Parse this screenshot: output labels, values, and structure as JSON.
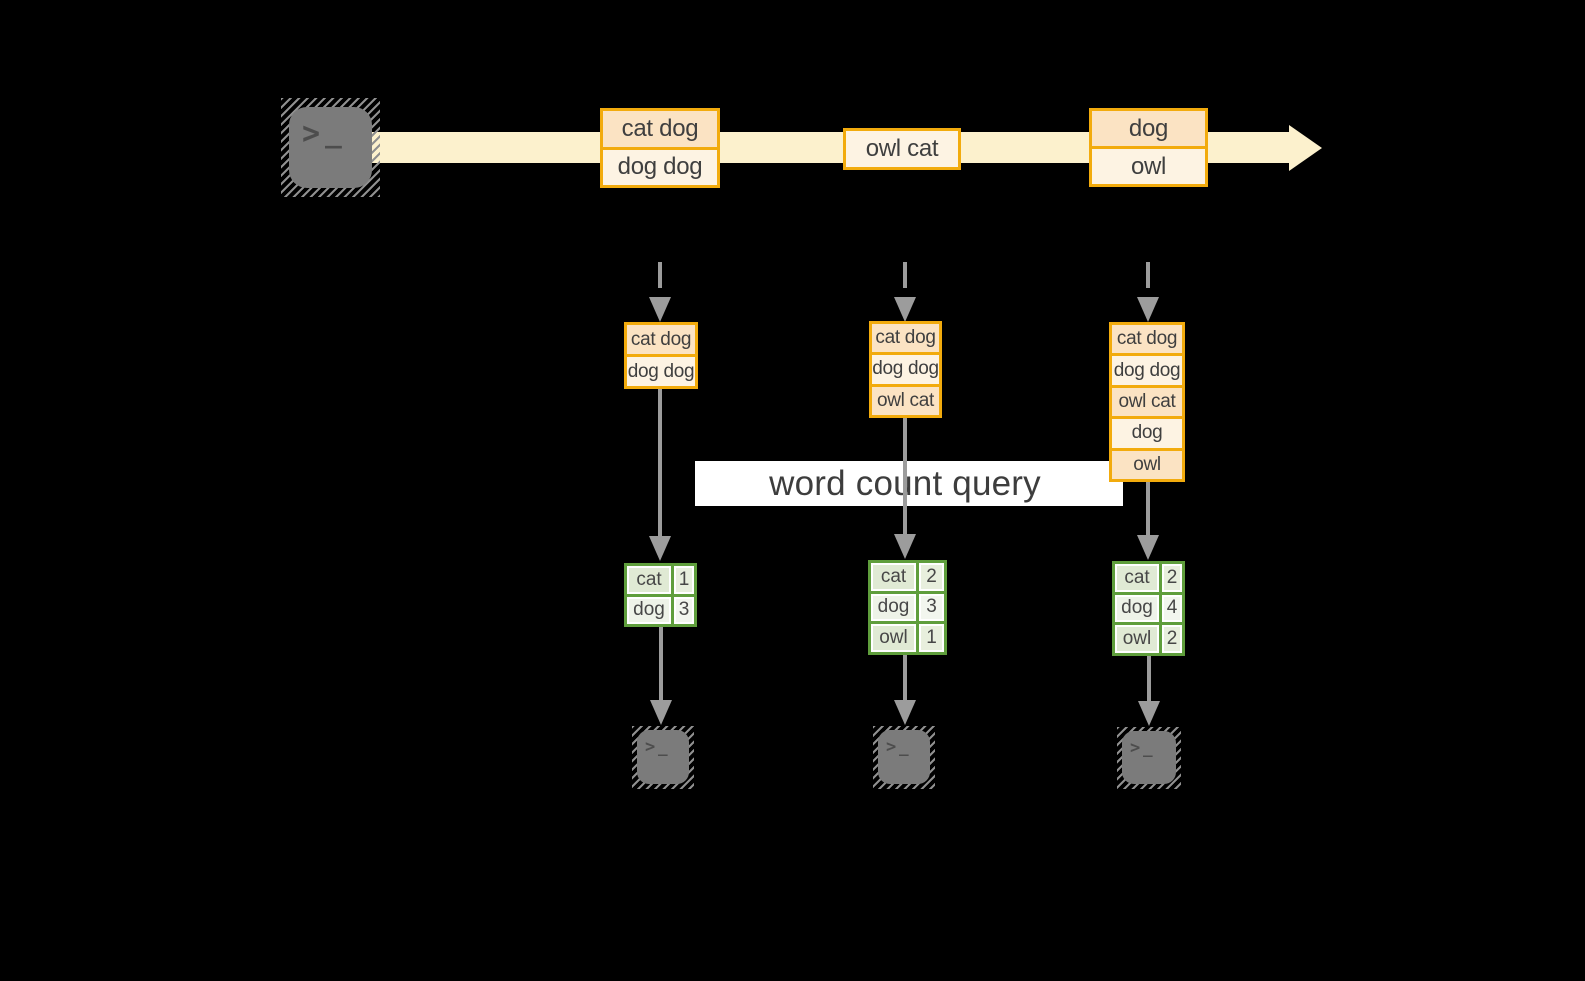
{
  "banner": {
    "label": "word count query"
  },
  "terminal_prompt": {
    "chevron": ">",
    "underscore": "_"
  },
  "stream": {
    "events": [
      {
        "lines": [
          "cat dog",
          "dog dog"
        ]
      },
      {
        "lines": [
          "owl cat"
        ]
      },
      {
        "lines": [
          "dog",
          "owl"
        ]
      }
    ]
  },
  "columns": [
    {
      "buffer": [
        "cat dog",
        "dog dog"
      ],
      "counts": [
        {
          "word": "cat",
          "count": "1"
        },
        {
          "word": "dog",
          "count": "3"
        }
      ]
    },
    {
      "buffer": [
        "cat dog",
        "dog dog",
        "owl cat"
      ],
      "counts": [
        {
          "word": "cat",
          "count": "2"
        },
        {
          "word": "dog",
          "count": "3"
        },
        {
          "word": "owl",
          "count": "1"
        }
      ]
    },
    {
      "buffer": [
        "cat dog",
        "dog dog",
        "owl cat",
        "dog",
        "owl"
      ],
      "counts": [
        {
          "word": "cat",
          "count": "2"
        },
        {
          "word": "dog",
          "count": "4"
        },
        {
          "word": "owl",
          "count": "2"
        }
      ]
    }
  ],
  "colors": {
    "background": "#000000",
    "stream_band": "#fcf1cd",
    "box_border_orange": "#f2ab0d",
    "cell_peach": "#fbe3c3",
    "cell_cream": "#fdf3e3",
    "table_border_green": "#5f9e3c",
    "table_row_green": "#e0ead4",
    "table_row_light": "#eef3e8",
    "arrow_gray": "#9c9c9c",
    "terminal_gray": "#7b7b7b",
    "banner_bg": "#ffffff",
    "text_dark": "#3f3f3f"
  }
}
